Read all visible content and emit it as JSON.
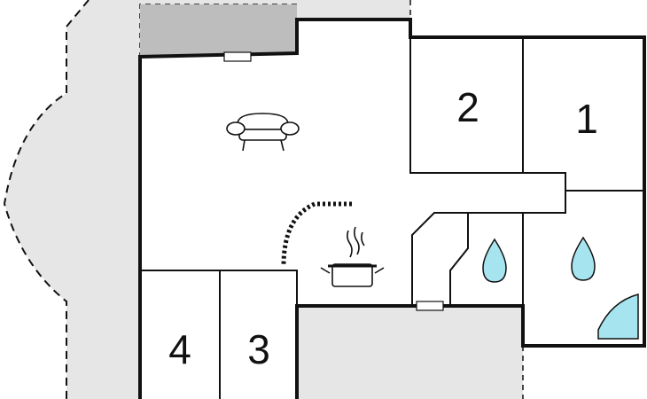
{
  "rooms": [
    {
      "label": "2"
    },
    {
      "label": "1"
    },
    {
      "label": "4"
    },
    {
      "label": "3"
    }
  ],
  "icons": {
    "living": "sofa-icon",
    "kitchen": "cooking-pot-icon",
    "bath_left": "water-drop-icon",
    "bath_right": "water-drop-icon",
    "shower": "shower-tray-icon"
  },
  "colors": {
    "wall": "#111111",
    "terrace": "#e6e6e6",
    "balcony": "#bdbdbd",
    "water": "#a6e4ef"
  }
}
